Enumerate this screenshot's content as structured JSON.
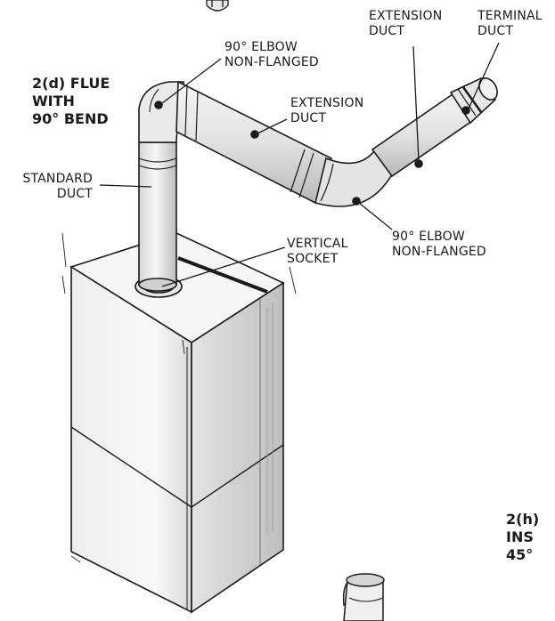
{
  "title": {
    "line1": "2(d) FLUE",
    "line2": "WITH",
    "line3": "90° BEND"
  },
  "cut_off_heading": {
    "line1": "2(h)",
    "line2": "INS",
    "line3": "45°"
  },
  "labels": {
    "standard_duct": [
      "STANDARD",
      "DUCT"
    ],
    "elbow_top": [
      "90° ELBOW",
      "NON-FLANGED"
    ],
    "extension_mid": [
      "EXTENSION",
      "DUCT"
    ],
    "extension_right": [
      "EXTENSION",
      "DUCT"
    ],
    "terminal_duct": [
      "TERMINAL",
      "DUCT"
    ],
    "vertical_socket": [
      "VERTICAL",
      "SOCKET"
    ],
    "elbow_bottom": [
      "90° ELBOW",
      "NON-FLANGED"
    ]
  },
  "colors": {
    "ink": "#1a1a1a",
    "boiler_fill": "#f4f4f4",
    "pipe_fill": "#ededed",
    "shade": "#c8c8c8"
  }
}
